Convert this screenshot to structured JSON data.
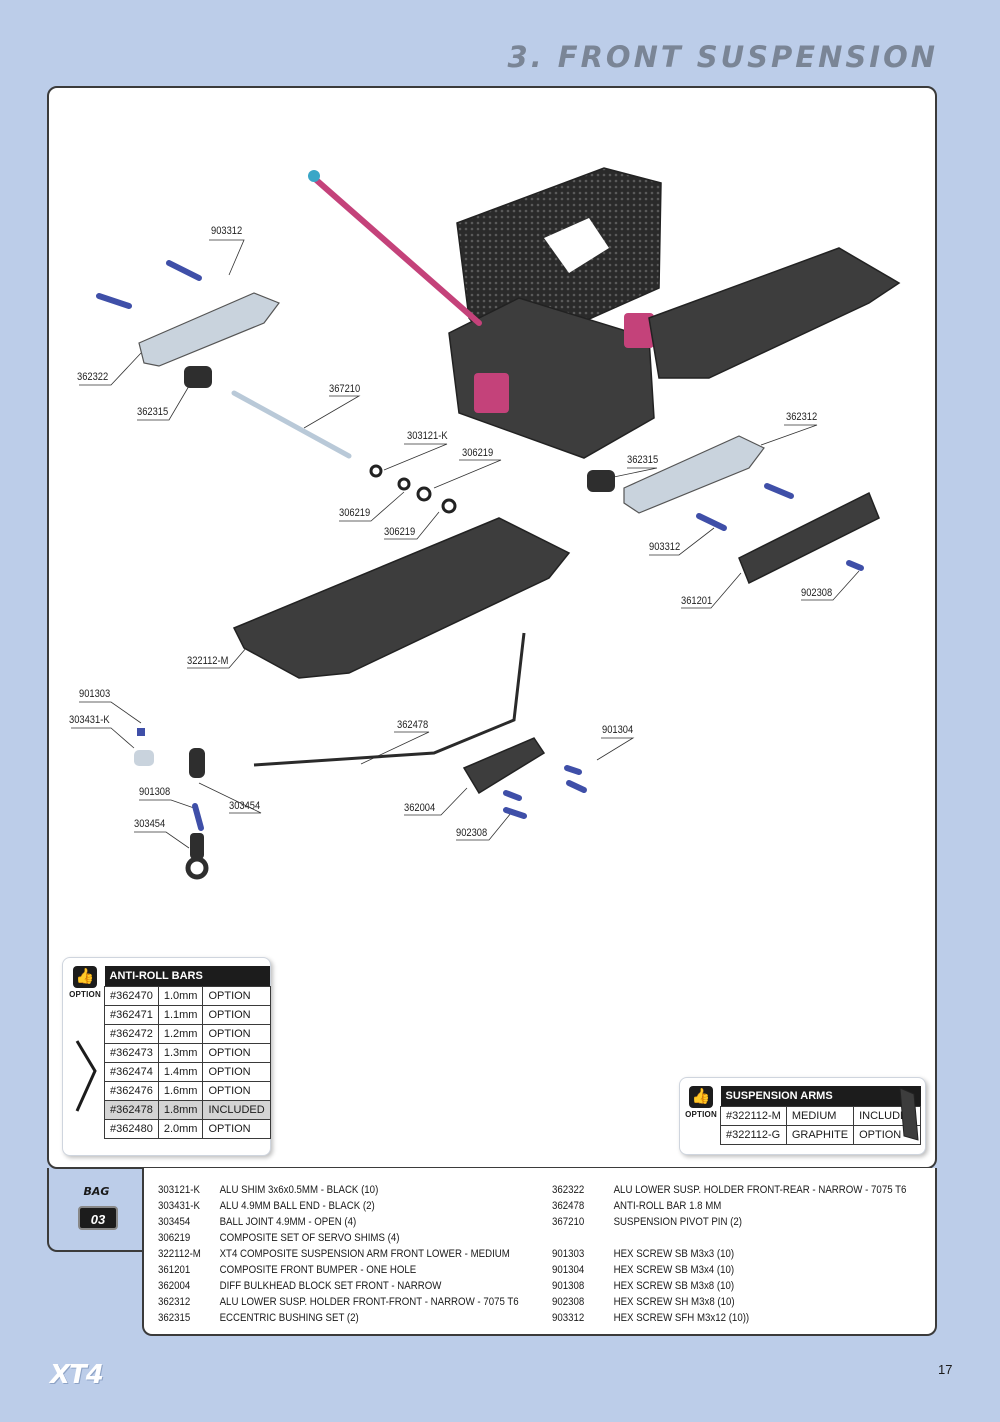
{
  "page": {
    "title": "3. FRONT SUSPENSION",
    "footer_logo": "XT4",
    "page_number": "17"
  },
  "callouts": {
    "c903312_top": "903312",
    "c362322": "362322",
    "c362315_left": "362315",
    "c367210": "367210",
    "c303121k": "303121-K",
    "c306219_a": "306219",
    "c306219_b": "306219",
    "c306219_c": "306219",
    "c362312": "362312",
    "c362315_right": "362315",
    "c903312_right": "903312",
    "c361201": "361201",
    "c902308_right": "902308",
    "c322112m": "322112-M",
    "c901303": "901303",
    "c303431k": "303431-K",
    "c362478": "362478",
    "c901304": "901304",
    "c901308": "901308",
    "c303454_a": "303454",
    "c303454_b": "303454",
    "c362004": "362004",
    "c902308_bottom": "902308"
  },
  "anti_roll_bars": {
    "header": "ANTI-ROLL BARS",
    "option_label": "OPTION",
    "rows": [
      {
        "part": "#362470",
        "size": "1.0mm",
        "status": "OPTION"
      },
      {
        "part": "#362471",
        "size": "1.1mm",
        "status": "OPTION"
      },
      {
        "part": "#362472",
        "size": "1.2mm",
        "status": "OPTION"
      },
      {
        "part": "#362473",
        "size": "1.3mm",
        "status": "OPTION"
      },
      {
        "part": "#362474",
        "size": "1.4mm",
        "status": "OPTION"
      },
      {
        "part": "#362476",
        "size": "1.6mm",
        "status": "OPTION"
      },
      {
        "part": "#362478",
        "size": "1.8mm",
        "status": "INCLUDED"
      },
      {
        "part": "#362480",
        "size": "2.0mm",
        "status": "OPTION"
      }
    ]
  },
  "suspension_arms": {
    "header": "SUSPENSION ARMS",
    "option_label": "OPTION",
    "rows": [
      {
        "part": "#322112-M",
        "material": "MEDIUM",
        "status": "INCLUDED"
      },
      {
        "part": "#322112-G",
        "material": "GRAPHITE",
        "status": "OPTION"
      }
    ]
  },
  "bag": {
    "label": "BAG",
    "number": "03"
  },
  "parts_list": {
    "left": [
      {
        "num": "303121-K",
        "desc": "ALU SHIM 3x6x0.5MM - BLACK (10)"
      },
      {
        "num": "303431-K",
        "desc": "ALU 4.9MM BALL END - BLACK (2)"
      },
      {
        "num": "303454",
        "desc": "BALL JOINT 4.9MM - OPEN (4)"
      },
      {
        "num": "306219",
        "desc": "COMPOSITE SET OF SERVO SHIMS (4)"
      },
      {
        "num": "322112-M",
        "desc": "XT4 COMPOSITE SUSPENSION ARM FRONT LOWER - MEDIUM"
      },
      {
        "num": "361201",
        "desc": "COMPOSITE FRONT BUMPER - ONE HOLE"
      },
      {
        "num": "362004",
        "desc": "DIFF BULKHEAD BLOCK SET FRONT - NARROW"
      },
      {
        "num": "362312",
        "desc": "ALU LOWER SUSP. HOLDER FRONT-FRONT - NARROW - 7075 T6"
      },
      {
        "num": "362315",
        "desc": "ECCENTRIC BUSHING SET (2)"
      }
    ],
    "right": [
      {
        "num": "362322",
        "desc": "ALU LOWER SUSP. HOLDER FRONT-REAR - NARROW - 7075 T6"
      },
      {
        "num": "362478",
        "desc": "ANTI-ROLL BAR 1.8 MM"
      },
      {
        "num": "367210",
        "desc": "SUSPENSION PIVOT PIN (2)"
      },
      {
        "num": "",
        "desc": ""
      },
      {
        "num": "901303",
        "desc": "HEX SCREW  SB M3x3  (10)"
      },
      {
        "num": "901304",
        "desc": "HEX SCREW  SB M3x4  (10)"
      },
      {
        "num": "901308",
        "desc": "HEX SCREW  SB M3x8  (10)"
      },
      {
        "num": "902308",
        "desc": "HEX SCREW  SH M3x8  (10)"
      },
      {
        "num": "903312",
        "desc": "HEX SCREW  SFH M3x12  (10))"
      }
    ]
  }
}
